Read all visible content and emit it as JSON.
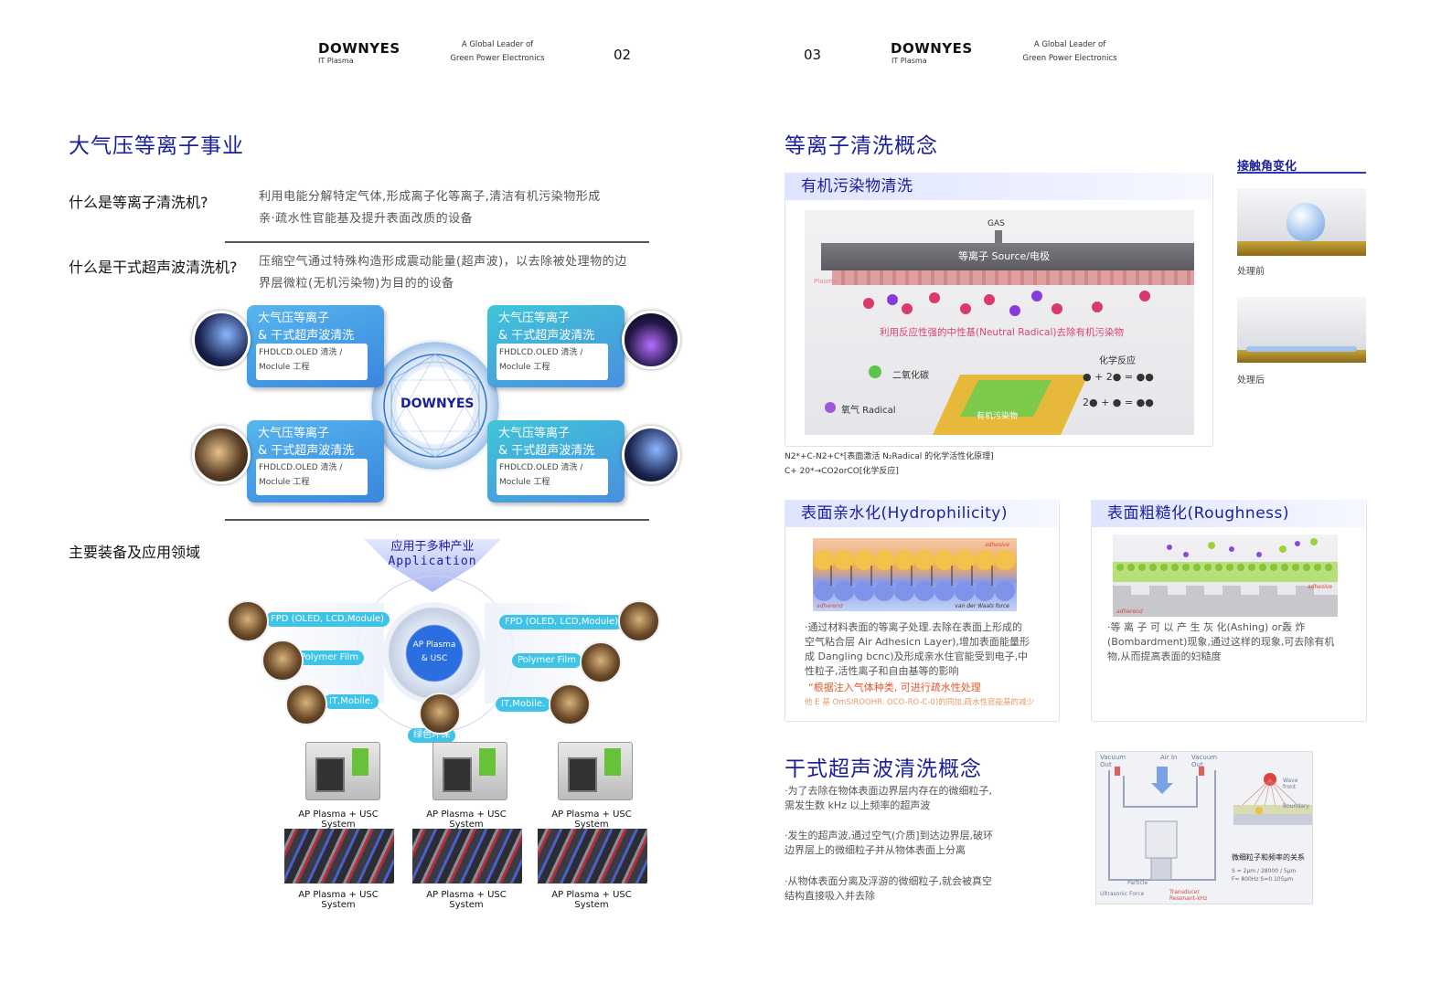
{
  "left_page": {
    "header": {
      "brand": "DOWNYES",
      "brand_sub": "IT Plasma",
      "tagline_1": "A Global Leader of",
      "tagline_2": "Green Power Electronics",
      "page_number": "02"
    },
    "title": "大气压等离子事业",
    "q1": {
      "question": "什么是等离子清洗机?",
      "answer_1": "利用电能分解特定气体,形成离子化等离子,清洁有机污染物形成",
      "answer_2": "亲·疏水性官能基及提升表面改质的设备"
    },
    "q2": {
      "question": "什么是干式超声波清洗机?",
      "answer_1": "压缩空气通过特殊构造形成震动能量(超声波)，以去除被处理物的边",
      "answer_2": "界层微粒(无机污染物)为目的的设备"
    },
    "center_logo": "DOWNYES",
    "cards": [
      {
        "title_1": "大气压等离子",
        "title_2": "& 干式超声波清洗",
        "sub_1": "FHDLCD.OLED 清洗 /",
        "sub_2": "Moclule 工程"
      },
      {
        "title_1": "大气压等离子",
        "title_2": "& 干式超声波清洗",
        "sub_1": "FHDLCD.OLED 清洗 /",
        "sub_2": "Moclule 工程"
      },
      {
        "title_1": "大气压等离子",
        "title_2": "& 干式超声波清洗",
        "sub_1": "FHDLCD.OLED 清洗 /",
        "sub_2": "Moclule 工程"
      },
      {
        "title_1": "大气压等离子",
        "title_2": "& 干式超声波清洗",
        "sub_1": "FHDLCD.OLED 清洗 /",
        "sub_2": "Moclule 工程"
      }
    ],
    "equipment_title": "主要装备及应用领域",
    "app_banner_1": "应用于多种产业",
    "app_banner_2": "Application",
    "center_badge_1": "AP Plasma",
    "center_badge_2": "& USC",
    "pills": [
      "FPD (OLED, LCD,Module)",
      "Polymer Film",
      "IT,Mobile.",
      "FPD (OLED, LCD,Module)",
      "Polymer Film",
      "IT,Mobile.",
      "绿色环保"
    ],
    "system_caption": "AP Plasma + USC System"
  },
  "right_page": {
    "header": {
      "brand": "DOWNYES",
      "brand_sub": "IT Plasma",
      "tagline_1": "A Global Leader of",
      "tagline_2": "Green Power Electronics",
      "page_number": "03"
    },
    "title": "等离子清洗概念",
    "organic": {
      "heading": "有机污染物清洗",
      "gas": "GAS",
      "source": "等离子 Source/电极",
      "plasma": "Plasma",
      "radical_text": "利用反应性强的中性基(Neutral Radical)去除有机污染物",
      "co2": "二氧化碳",
      "oxygen": "氧气 Radical",
      "contaminant": "有机污染物",
      "reaction_title": "化学反应",
      "formula_1": "N2*+C-N2+C*[表面激活 N₂Radical 的化学活性化原理]",
      "formula_2": "C+ 20*→CO2orCO[化学反应]"
    },
    "contact": {
      "heading": "接触角变化",
      "before": "处理前",
      "after": "处理后"
    },
    "hydro": {
      "heading": "表面亲水化(Hydrophilicity)",
      "adhesive": "adhesive",
      "adherend": "adherend",
      "vdw": "van der Waals force",
      "desc_1": "·通过材料表面的等离子处理.去除在表面上形成的",
      "desc_2": "空气粘合层 Air Adhesicn Layer),增加表面能量形",
      "desc_3": "成 Dangling bcnc)及形成亲水住官能受到电子,中",
      "desc_4": "性粒子,活性离子和自由基等的影响",
      "red_text": "“根据注入气体种类, 可进行疏水性处理",
      "note": "他 E 基 OmSIROOHR. OCO-RO-C-0)的同加,疏水性官能基的减少"
    },
    "rough": {
      "heading": "表面粗糙化(Roughness)",
      "adhesive": "adhesive",
      "adherend": "adherend",
      "desc_1": "·等 离 子 可 以 产 生 灰 化(Ashing)   or轰 炸",
      "desc_2": "(Bombardment)现象,通过这样的现象,可去除有机",
      "desc_3": "物,从而提高表面的妇糙度"
    },
    "dry": {
      "heading": "干式超声波清洗概念",
      "p1_1": "·为了去除在物体表面边界层内存在的微细粒子,",
      "p1_2": "需发生数 kHz 以上频率的超声波",
      "p2_1": "·发生的超声波,通过空气(介质]到达边界层,破环",
      "p2_2": "边界层上的微细粒子并从物体表面上分离",
      "p3_1": "·从物体表面分离及浮游的微细粒子,就会被真空",
      "p3_2": "结构直接吸入并去除",
      "diagram": {
        "vac_out_l": "Vacuum Out",
        "air_in": "Air In",
        "vac_out_r": "Vacuum Out",
        "wave": "Wave front",
        "boundary": "Boundary",
        "relation": "微细粒子和频率的关系",
        "particle": "Particle",
        "ultrasonic": "Ultrasonic Force",
        "transducer": "Transducer Resonant-kHz"
      }
    }
  }
}
